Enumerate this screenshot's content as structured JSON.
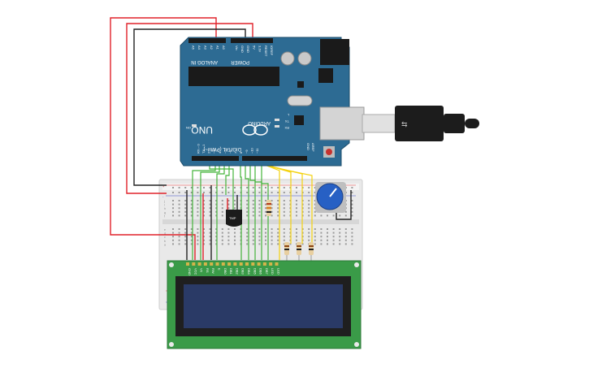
{
  "arduino": {
    "uno_label": "UNO",
    "brand_label": "ARDUINO",
    "analog_in_label": "ANALOG IN",
    "power_label": "POWER",
    "digital_label": "DIGITAL (PWM~)",
    "tx_label": "TX",
    "rx_label": "RX",
    "on_label": "ON",
    "l_label": "L",
    "aref_label": "AREF",
    "gnd_label": "GND",
    "analog_pins": [
      "A0",
      "A1",
      "A2",
      "A3",
      "A4",
      "A5"
    ],
    "power_pins": [
      "IOREF",
      "RESET",
      "3.3V",
      "5V",
      "GND",
      "GND",
      "Vin"
    ],
    "digital_pins": [
      "~11",
      "~10",
      "~9",
      "8",
      "7",
      "~6",
      "~5",
      "4",
      "~3",
      "2",
      "TX→1",
      "RX←0"
    ]
  },
  "sensor": {
    "label": "TMP"
  },
  "lcd": {
    "pin_labels": [
      "GND",
      "VCC",
      "V0",
      "RS",
      "RW",
      "E",
      "DB0",
      "DB1",
      "DB2",
      "DB3",
      "DB4",
      "DB5",
      "DB6",
      "DB7",
      "LED",
      "LED"
    ]
  },
  "breadboard": {
    "row_letters_top": [
      "j",
      "i",
      "h",
      "g",
      "f"
    ],
    "row_letters_bottom": [
      "e",
      "d",
      "c",
      "b",
      "a"
    ]
  },
  "colors": {
    "board_blue": "#2d6b93",
    "wire_red": "#e0222a",
    "wire_black": "#222222",
    "wire_green": "#44b33a",
    "wire_yellow": "#f4d20f",
    "lcd_green": "#3a9b48",
    "lcd_screen": "#2a3a66",
    "led_blue": "#1f6fd1",
    "led_yellow": "#d6b21c",
    "led_red": "#c3221d"
  }
}
